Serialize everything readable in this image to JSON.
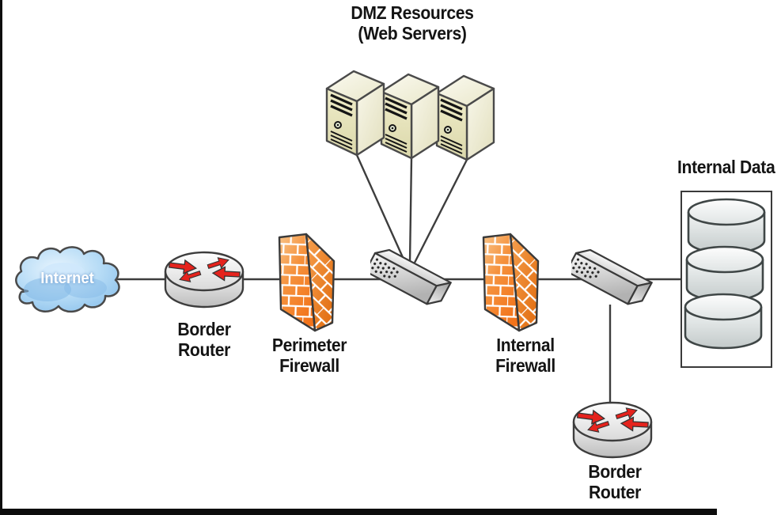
{
  "diagram": {
    "nodes": {
      "internet": {
        "label": "Internet",
        "icon": "cloud-icon"
      },
      "border_router_1": {
        "label_line1": "Border",
        "label_line2": "Router",
        "icon": "router-icon"
      },
      "perimeter_firewall": {
        "label_line1": "Perimeter",
        "label_line2": "Firewall",
        "icon": "firewall-icon"
      },
      "dmz_web_servers": {
        "label_line1": "DMZ Resources",
        "label_line2": "(Web Servers)",
        "icon": "server-tower-icon",
        "server_count": 3
      },
      "dmz_switch": {
        "icon": "switch-icon"
      },
      "internal_firewall": {
        "label_line1": "Internal",
        "label_line2": "Firewall",
        "icon": "firewall-icon"
      },
      "internal_switch": {
        "icon": "switch-icon"
      },
      "border_router_2": {
        "label_line1": "Border",
        "label_line2": "Router",
        "icon": "router-icon"
      },
      "internal_data": {
        "label": "Internal Data",
        "icon": "database-stack-icon",
        "disk_count": 3
      }
    },
    "connections": [
      {
        "from": "internet",
        "to": "border_router_1"
      },
      {
        "from": "border_router_1",
        "to": "perimeter_firewall"
      },
      {
        "from": "perimeter_firewall",
        "to": "dmz_switch"
      },
      {
        "from": "dmz_switch",
        "to": "dmz_web_servers"
      },
      {
        "from": "dmz_switch",
        "to": "internal_firewall"
      },
      {
        "from": "internal_firewall",
        "to": "internal_switch"
      },
      {
        "from": "internal_switch",
        "to": "border_router_2"
      },
      {
        "from": "internal_switch",
        "to": "internal_data"
      }
    ],
    "colors": {
      "firewall_brick": "#f5821f",
      "cloud_blue": "#a9d3f2",
      "server_beige": "#e9e7c4",
      "device_gray": "#e6e6e6",
      "arrow_red": "#e5231d",
      "connection_line": "#3d3d3d",
      "label_text": "#141414",
      "page_border": "#0d0d0d"
    }
  }
}
